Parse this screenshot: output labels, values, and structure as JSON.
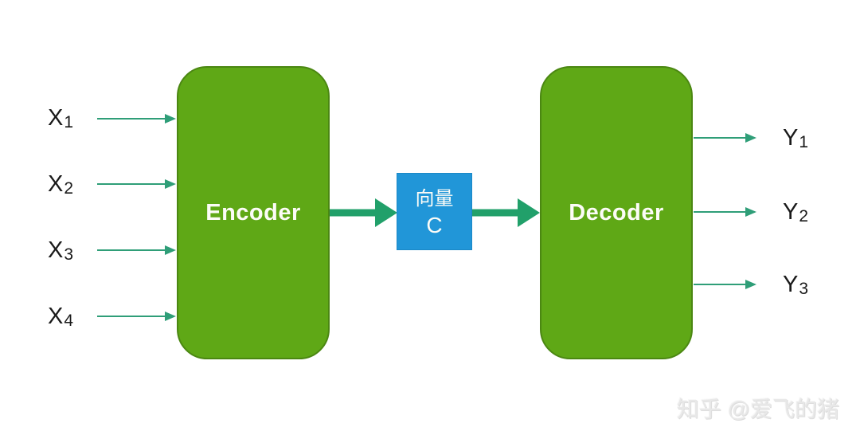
{
  "inputs": [
    {
      "base": "X",
      "sub": "1"
    },
    {
      "base": "X",
      "sub": "2"
    },
    {
      "base": "X",
      "sub": "3"
    },
    {
      "base": "X",
      "sub": "4"
    }
  ],
  "encoder": {
    "label": "Encoder"
  },
  "context_vector": {
    "line1": "向量",
    "line2": "C"
  },
  "decoder": {
    "label": "Decoder"
  },
  "outputs": [
    {
      "base": "Y",
      "sub": "1"
    },
    {
      "base": "Y",
      "sub": "2"
    },
    {
      "base": "Y",
      "sub": "3"
    }
  ],
  "watermark": "知乎 @爱飞的猪",
  "colors": {
    "box_green": "#5fa816",
    "box_green_border": "#4b8712",
    "box_blue": "#2196d8",
    "box_text": "#fcfcf7",
    "arrow_thick": "#21a06a",
    "arrow_thin": "#2f9e78",
    "label_text": "#1a1a1a",
    "watermark_gray": "#e8e8e8"
  }
}
